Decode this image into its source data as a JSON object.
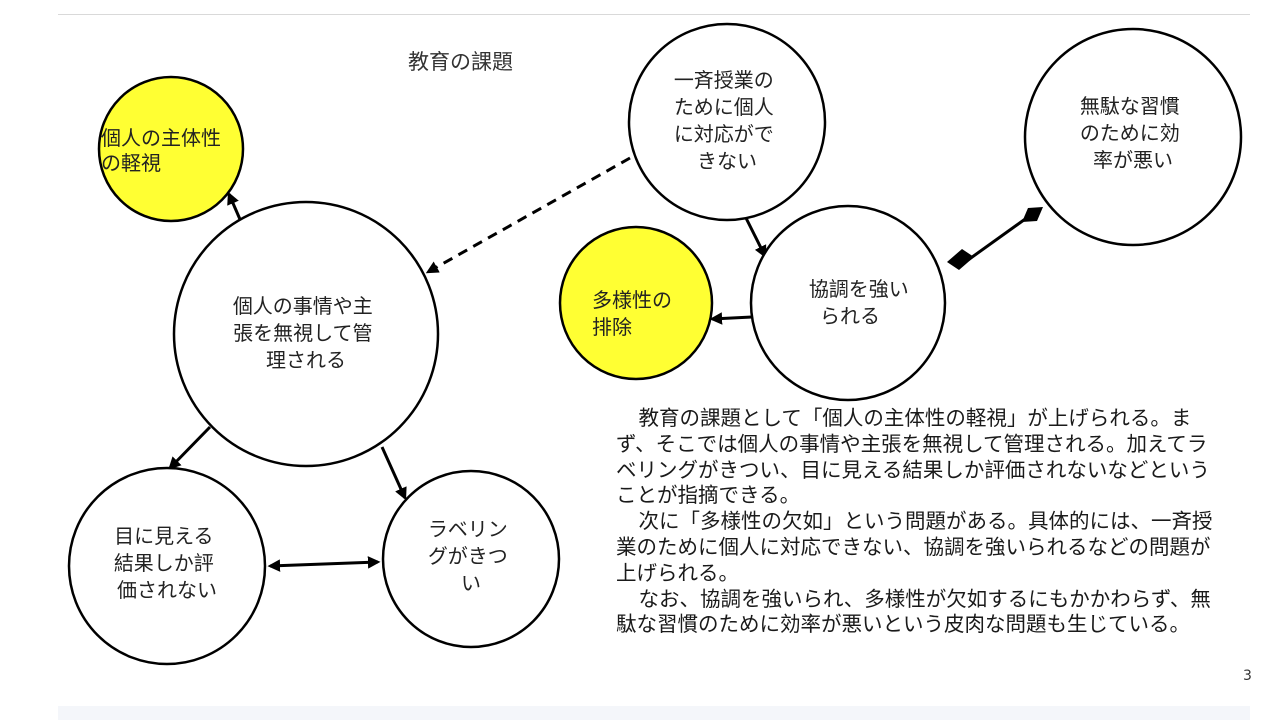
{
  "title": "教育の課題",
  "colors": {
    "highlight": "#ffff33",
    "node_fill": "#ffffff",
    "stroke": "#000000"
  },
  "nodes": {
    "individual_neglect": {
      "lines": [
        "個人の主体性",
        "の軽視"
      ],
      "highlight": true
    },
    "managed": {
      "lines": [
        "個人の事情や主",
        "張を無視して管",
        "理される"
      ]
    },
    "visible_results": {
      "lines": [
        "目に見える",
        "結果しか評",
        "価されない"
      ]
    },
    "labeling": {
      "lines": [
        "ラベリン",
        "グがきつ",
        "い"
      ]
    },
    "uniform_lessons": {
      "lines": [
        "一斉授業の",
        "ために個人",
        "に対応がで",
        "きない"
      ]
    },
    "forced_cooperation": {
      "lines": [
        "協調を強い",
        "られる"
      ]
    },
    "diversity_exclusion": {
      "lines": [
        "多様性の",
        "排除"
      ],
      "highlight": true
    },
    "wasteful_habits": {
      "lines": [
        "無駄な習慣",
        "のために効",
        "率が悪い"
      ]
    }
  },
  "body": {
    "paragraphs": [
      "教育の課題として「個人の主体性の軽視」が上げられる。まず、そこでは個人の事情や主張を無視して管理される。加えてラベリングがきつい、目に見える結果しか評価されないなどということが指摘できる。",
      "次に「多様性の欠如」という問題がある。具体的には、一斉授業のために個人に対応できない、協調を強いられるなどの問題が上げられる。",
      "なお、協調を強いられ、多様性が欠如するにもかかわらず、無駄な習慣のために効率が悪いという皮肉な問題も生じている。"
    ]
  },
  "page_number": "3"
}
